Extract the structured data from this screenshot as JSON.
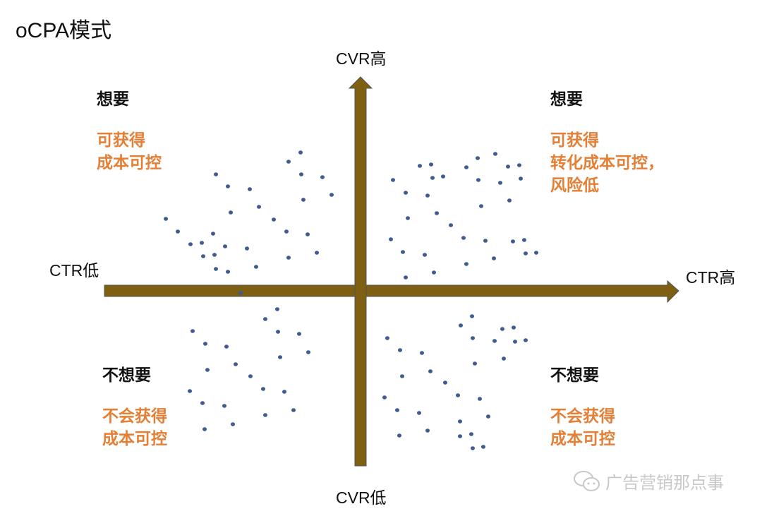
{
  "title": "oCPA模式",
  "axes": {
    "y_top": "CVR高",
    "y_bottom": "CVR低",
    "x_left": "CTR低",
    "x_right": "CTR高",
    "color": "#7f5f12"
  },
  "quadrants": {
    "top_left": {
      "head": "想要",
      "desc": "可获得\n成本可控"
    },
    "top_right": {
      "head": "想要",
      "desc": "可获得\n转化成本可控，\n风险低"
    },
    "bottom_left": {
      "head": "不想要",
      "desc": "不会获得\n成本可控"
    },
    "bottom_right": {
      "head": "不想要",
      "desc": "不会获得\n成本可控"
    }
  },
  "colors": {
    "head": "#111111",
    "desc": "#e47f35",
    "dot": "#3f5b91"
  },
  "watermark": "广告营销那点事",
  "dots": [
    [
      426,
      216
    ],
    [
      409,
      229
    ],
    [
      306,
      247
    ],
    [
      427,
      247
    ],
    [
      457,
      251
    ],
    [
      323,
      264
    ],
    [
      354,
      268
    ],
    [
      470,
      276
    ],
    [
      430,
      283
    ],
    [
      367,
      293
    ],
    [
      327,
      301
    ],
    [
      235,
      310
    ],
    [
      388,
      311
    ],
    [
      252,
      328
    ],
    [
      302,
      331
    ],
    [
      406,
      328
    ],
    [
      436,
      332
    ],
    [
      270,
      346
    ],
    [
      286,
      344
    ],
    [
      319,
      349
    ],
    [
      350,
      352
    ],
    [
      288,
      363
    ],
    [
      304,
      361
    ],
    [
      409,
      365
    ],
    [
      449,
      358
    ],
    [
      306,
      381
    ],
    [
      323,
      385
    ],
    [
      363,
      378
    ],
    [
      702,
      218
    ],
    [
      677,
      224
    ],
    [
      595,
      235
    ],
    [
      611,
      233
    ],
    [
      661,
      237
    ],
    [
      720,
      236
    ],
    [
      736,
      234
    ],
    [
      557,
      255
    ],
    [
      613,
      252
    ],
    [
      628,
      250
    ],
    [
      678,
      255
    ],
    [
      709,
      259
    ],
    [
      738,
      253
    ],
    [
      575,
      273
    ],
    [
      606,
      277
    ],
    [
      722,
      284
    ],
    [
      682,
      292
    ],
    [
      619,
      302
    ],
    [
      578,
      309
    ],
    [
      639,
      319
    ],
    [
      554,
      339
    ],
    [
      657,
      337
    ],
    [
      688,
      341
    ],
    [
      727,
      342
    ],
    [
      743,
      340
    ],
    [
      571,
      357
    ],
    [
      602,
      361
    ],
    [
      745,
      359
    ],
    [
      760,
      358
    ],
    [
      700,
      366
    ],
    [
      661,
      374
    ],
    [
      615,
      386
    ],
    [
      575,
      393
    ],
    [
      393,
      438
    ],
    [
      376,
      452
    ],
    [
      273,
      469
    ],
    [
      394,
      470
    ],
    [
      424,
      473
    ],
    [
      291,
      487
    ],
    [
      321,
      491
    ],
    [
      437,
      499
    ],
    [
      397,
      506
    ],
    [
      334,
      516
    ],
    [
      294,
      524
    ],
    [
      355,
      533
    ],
    [
      269,
      554
    ],
    [
      373,
      551
    ],
    [
      403,
      555
    ],
    [
      287,
      571
    ],
    [
      318,
      575
    ],
    [
      416,
      581
    ],
    [
      376,
      588
    ],
    [
      330,
      601
    ],
    [
      290,
      608
    ],
    [
      669,
      448
    ],
    [
      653,
      461
    ],
    [
      712,
      466
    ],
    [
      728,
      464
    ],
    [
      549,
      479
    ],
    [
      670,
      479
    ],
    [
      701,
      483
    ],
    [
      730,
      484
    ],
    [
      745,
      482
    ],
    [
      567,
      496
    ],
    [
      598,
      500
    ],
    [
      714,
      508
    ],
    [
      673,
      515
    ],
    [
      610,
      526
    ],
    [
      570,
      533
    ],
    [
      631,
      542
    ],
    [
      545,
      563
    ],
    [
      649,
      560
    ],
    [
      680,
      565
    ],
    [
      563,
      581
    ],
    [
      594,
      585
    ],
    [
      692,
      590
    ],
    [
      652,
      597
    ],
    [
      606,
      610
    ],
    [
      566,
      617
    ],
    [
      652,
      618
    ],
    [
      668,
      615
    ],
    [
      670,
      635
    ],
    [
      685,
      633
    ],
    [
      341,
      415
    ]
  ]
}
